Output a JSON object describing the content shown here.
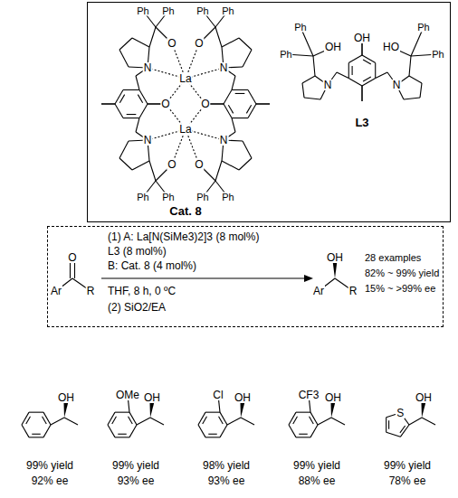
{
  "diagram": {
    "nodes": [
      {
        "text": [
          "Cat. 8",
          "L3"
        ]
      },
      {
        "text": [
          "(1) A: La[N(SiMe3)2]3 (8 mol%)",
          "L3 (8 mol%)",
          "B: Cat. 8 (4 mol%)",
          "THF, 8 h, 0 ºC",
          "(2) SiO2/EA",
          "28 examples",
          "82% ~ 99% yield",
          "15% ~ >99% ee"
        ]
      }
    ],
    "labels": [
      "Ph",
      "Ph",
      "Ph",
      "Ph",
      "O",
      "O",
      "N",
      "N",
      "La",
      "O",
      "O",
      "La",
      "N",
      "N",
      "O",
      "O",
      "Ph",
      "Ph",
      "Ph",
      "Ph",
      "Ph",
      "Ph",
      "OH",
      "OH",
      "HO",
      "Ph",
      "Ph",
      "N",
      "N",
      "O",
      "Ar",
      "R",
      "OH",
      "Ar",
      "R",
      "OH",
      "99% yield",
      "92% ee",
      "OMe",
      "OH",
      "99% yield",
      "93% ee",
      "Cl",
      "OH",
      "98% yield",
      "93% ee",
      "CF3",
      "OH",
      "99% yield",
      "88% ee",
      "S",
      "OH",
      "99% yield",
      "78% ee"
    ]
  }
}
